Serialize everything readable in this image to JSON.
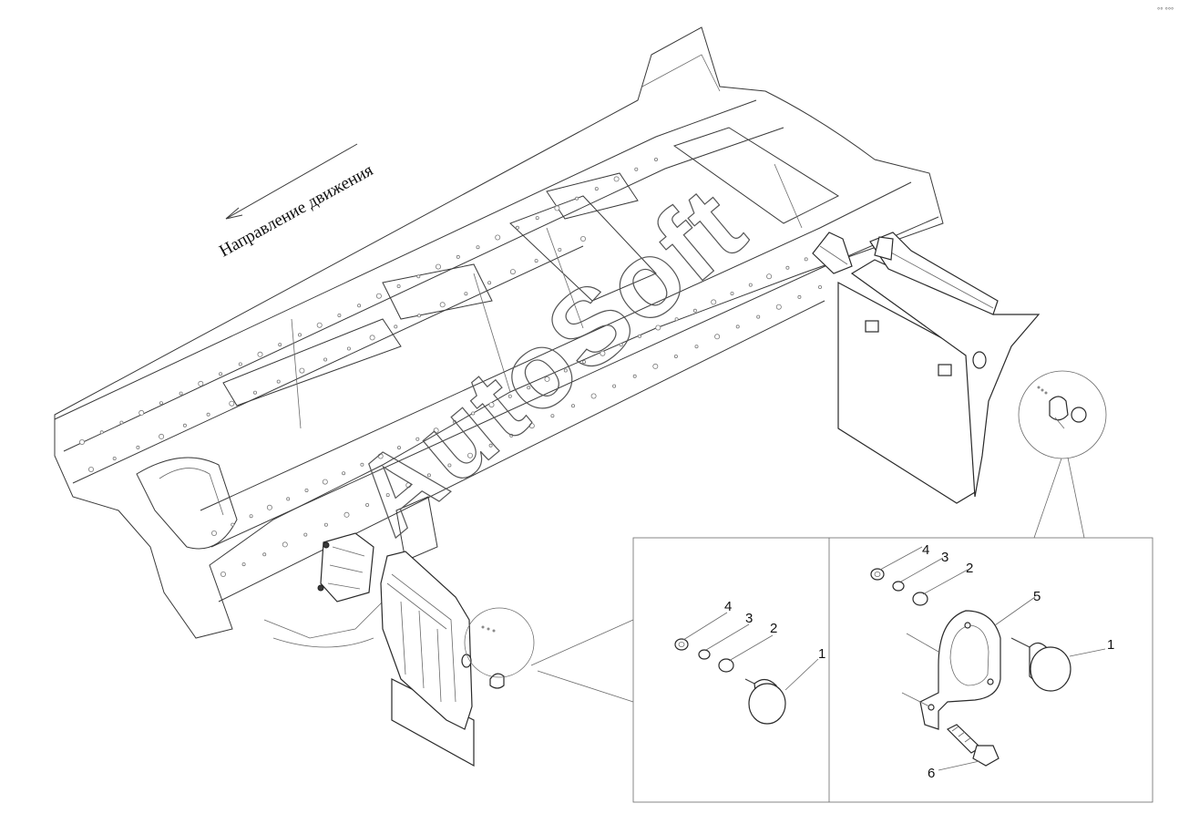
{
  "direction_label": "Направление движения",
  "watermark": "AutoSoft",
  "corner_mark": "°° °°°",
  "detail_left": {
    "callouts": [
      "4",
      "3",
      "2",
      "1"
    ]
  },
  "detail_right": {
    "callouts": [
      "4",
      "3",
      "2",
      "5",
      "1",
      "6"
    ]
  }
}
